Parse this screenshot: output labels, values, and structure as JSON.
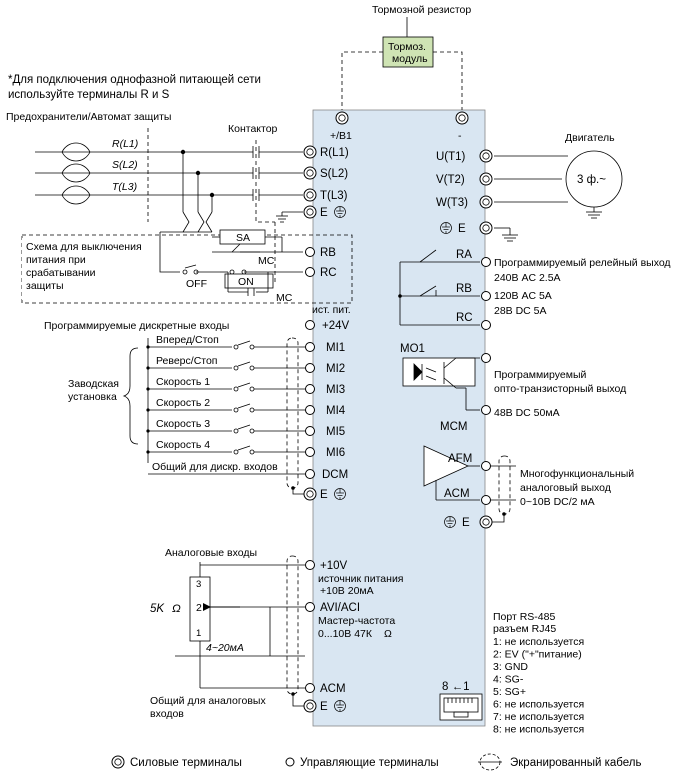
{
  "note": {
    "line1": "*Для подключения однофазной питающей сети",
    "line2": "используйте терминалы R и S"
  },
  "brake": {
    "resistor": "Тормозной резистор",
    "module_line1": "Тормоз.",
    "module_line2": "модуль"
  },
  "labels": {
    "fuses": "Предохранители/Автомат защиты",
    "contactor": "Контактор",
    "motor": "Двигатель",
    "motor_phase": "3 ф.~",
    "protect_line1": "Схема для выключения",
    "protect_line2": "питания при",
    "protect_line3": "срабатывании",
    "protect_line4": "защиты",
    "sa": "SA",
    "mc": "MC",
    "off": "OFF",
    "on": "ON",
    "mc2": "MC",
    "supply_src": "ист. пит.",
    "digital_inputs": "Программируемые дискретные входы",
    "factory_line1": "Заводская",
    "factory_line2": "установка",
    "common_digital": "Общий для дискр. входов",
    "analog_inputs": "Аналоговые входы",
    "pot_value": "5K",
    "ohm": "Ω",
    "ma_range": "4~20мА",
    "common_analog_line1": "Общий для аналоговых",
    "common_analog_line2": "входов",
    "relay_line1": "Программируемый релейный выход",
    "relay_line2": "240В AC 2.5A",
    "relay_line3": "120В AC 5A",
    "relay_line4": "28В DC   5A",
    "mo1": "MO1",
    "opto_line1": "Программируемый",
    "opto_line2": "опто-транзисторный выход",
    "opto_line3": "48В DC 50мА",
    "analog_out_line1": "Многофункциональный",
    "analog_out_line2": "аналоговый выход",
    "analog_out_line3": "0~10В DC/2 мА",
    "supply_line1": "источник питания",
    "supply_line2": "+10В 20мА",
    "master_line1": "Мастер-частота",
    "master_line2": "0...10В 47К",
    "rj_arrow": "8 ←1"
  },
  "phases": [
    "R(L1)",
    "S(L2)",
    "T(L3)"
  ],
  "pot_pins": [
    "3",
    "2",
    "1"
  ],
  "terminals": {
    "b1": "+/B1",
    "minus": "-",
    "r": "R(L1)",
    "s": "S(L2)",
    "t": "T(L3)",
    "e1": "E",
    "rb": "RB",
    "rc": "RC",
    "p24": "+24V",
    "mi": [
      "MI1",
      "MI2",
      "MI3",
      "MI4",
      "MI5",
      "MI6"
    ],
    "dcm": "DCM",
    "e2": "E",
    "u": "U(T1)",
    "v": "V(T2)",
    "w": "W(T3)",
    "e3": "E",
    "ra": "RA",
    "rb2": "RB",
    "rc2": "RC",
    "mcm": "MCM",
    "afm": "AFM",
    "acm_out": "ACM",
    "e4": "E",
    "p10": "+10V",
    "avi": "AVI/ACI",
    "acm": "ACM",
    "e5": "E"
  },
  "switches": [
    "Вперед/Стоп",
    "Реверс/Стоп",
    "Скорость 1",
    "Скорость 2",
    "Скорость 3",
    "Скорость 4"
  ],
  "rs485": {
    "title1": "Порт RS-485",
    "title2": "разъем RJ45",
    "pins": [
      "1: не используется",
      "2: EV (\"+\"питание)",
      "3: GND",
      "4: SG-",
      "5: SG+",
      "6: не используется",
      "7: не используется",
      "8: не используется"
    ]
  },
  "legend": {
    "power": "Силовые терминалы",
    "control": "Управляющие терминалы",
    "shield": "Экранированный кабель"
  },
  "colors": {
    "drive_body": "#d9e6f2",
    "brake_module": "#cfe4b4"
  }
}
